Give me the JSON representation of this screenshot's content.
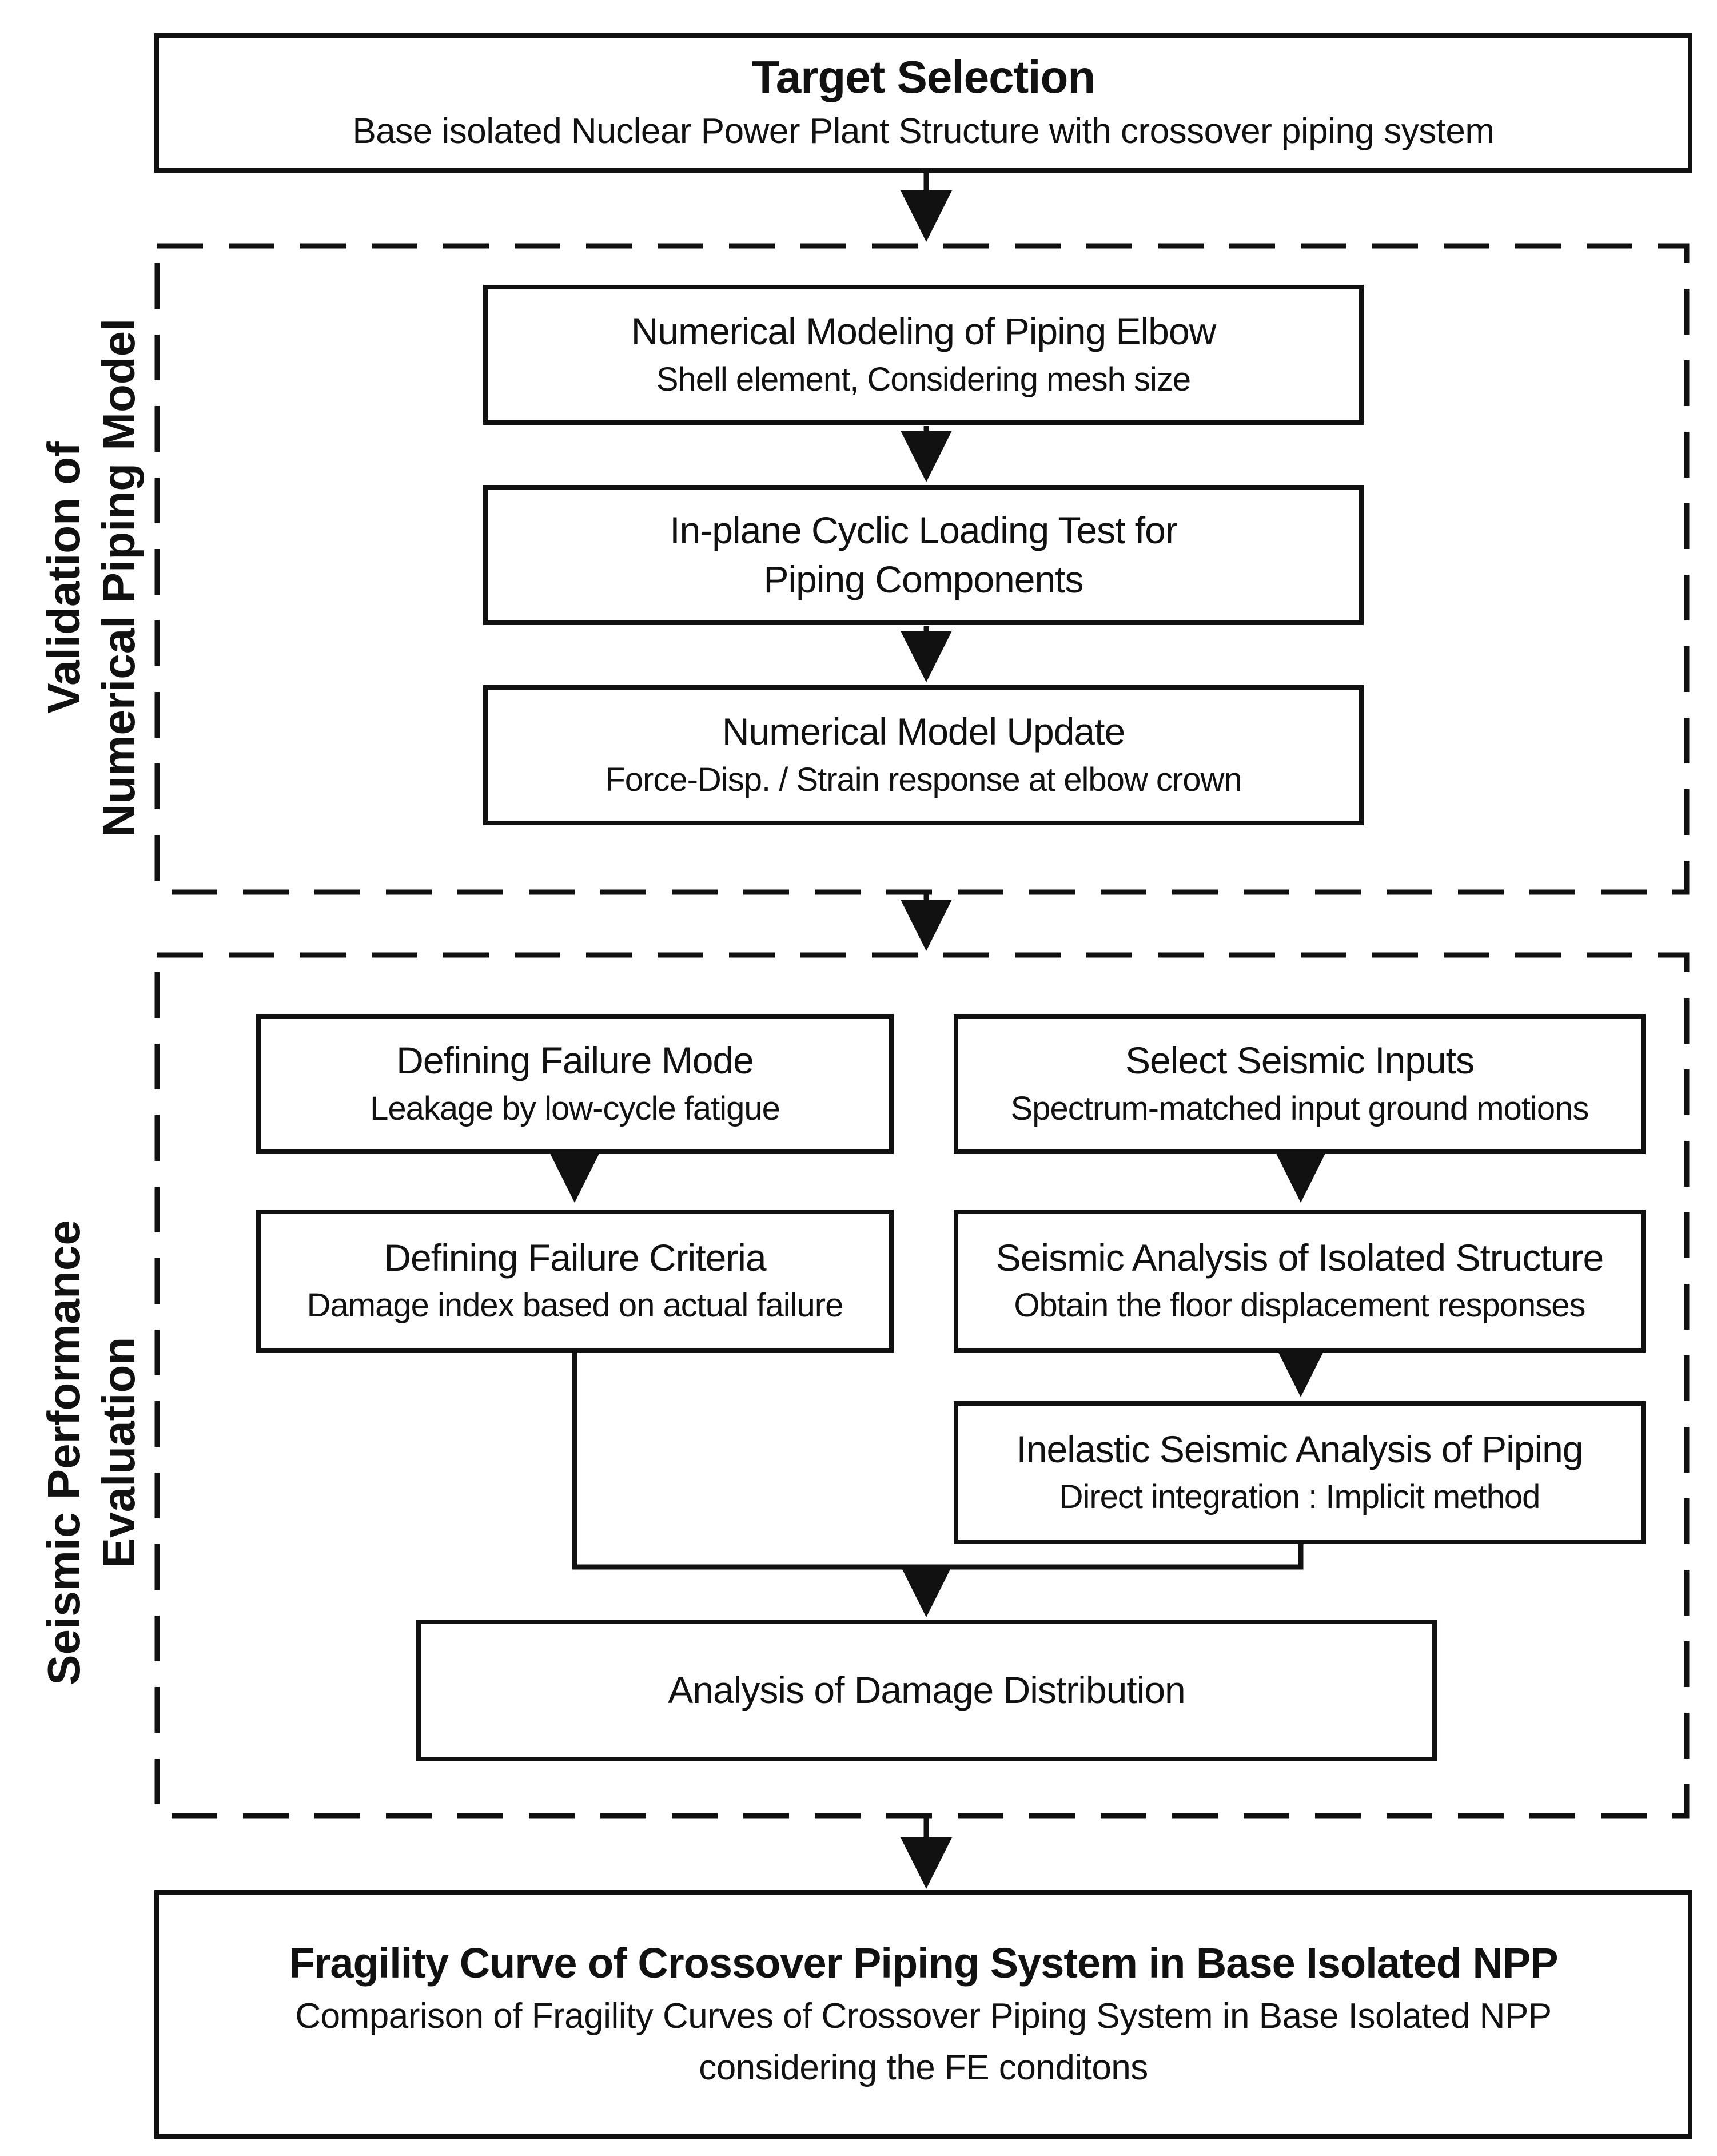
{
  "target": {
    "title": "Target Selection",
    "subtitle": "Base isolated Nuclear Power Plant Structure with crossover piping system"
  },
  "validation": {
    "label_line1": "Validation of",
    "label_line2": "Numerical Piping Model",
    "steps": [
      {
        "title": "Numerical Modeling of Piping Elbow",
        "subtitle": "Shell element, Considering mesh size"
      },
      {
        "title": "In-plane Cyclic Loading Test for",
        "subtitle": "Piping Components"
      },
      {
        "title": "Numerical Model Update",
        "subtitle": "Force-Disp. / Strain response at elbow crown"
      }
    ]
  },
  "seismic": {
    "label_line1": "Seismic Performance",
    "label_line2": "Evaluation",
    "failure_mode": {
      "title": "Defining Failure Mode",
      "subtitle": "Leakage by low-cycle fatigue"
    },
    "failure_criteria": {
      "title": "Defining Failure Criteria",
      "subtitle": "Damage index based on actual failure"
    },
    "seismic_inputs": {
      "title": "Select Seismic Inputs",
      "subtitle": "Spectrum-matched input ground motions"
    },
    "isolated_analysis": {
      "title": "Seismic Analysis of Isolated Structure",
      "subtitle": "Obtain the floor displacement responses"
    },
    "inelastic_analysis": {
      "title": "Inelastic Seismic Analysis of Piping",
      "subtitle": "Direct integration : Implicit method"
    },
    "damage_distribution": {
      "title": "Analysis of Damage Distribution"
    }
  },
  "fragility": {
    "title": "Fragility Curve of Crossover Piping System in Base Isolated NPP",
    "subtitle_line1": "Comparison of Fragility Curves of Crossover Piping System in Base Isolated NPP",
    "subtitle_line2": "considering the FE conditons"
  }
}
